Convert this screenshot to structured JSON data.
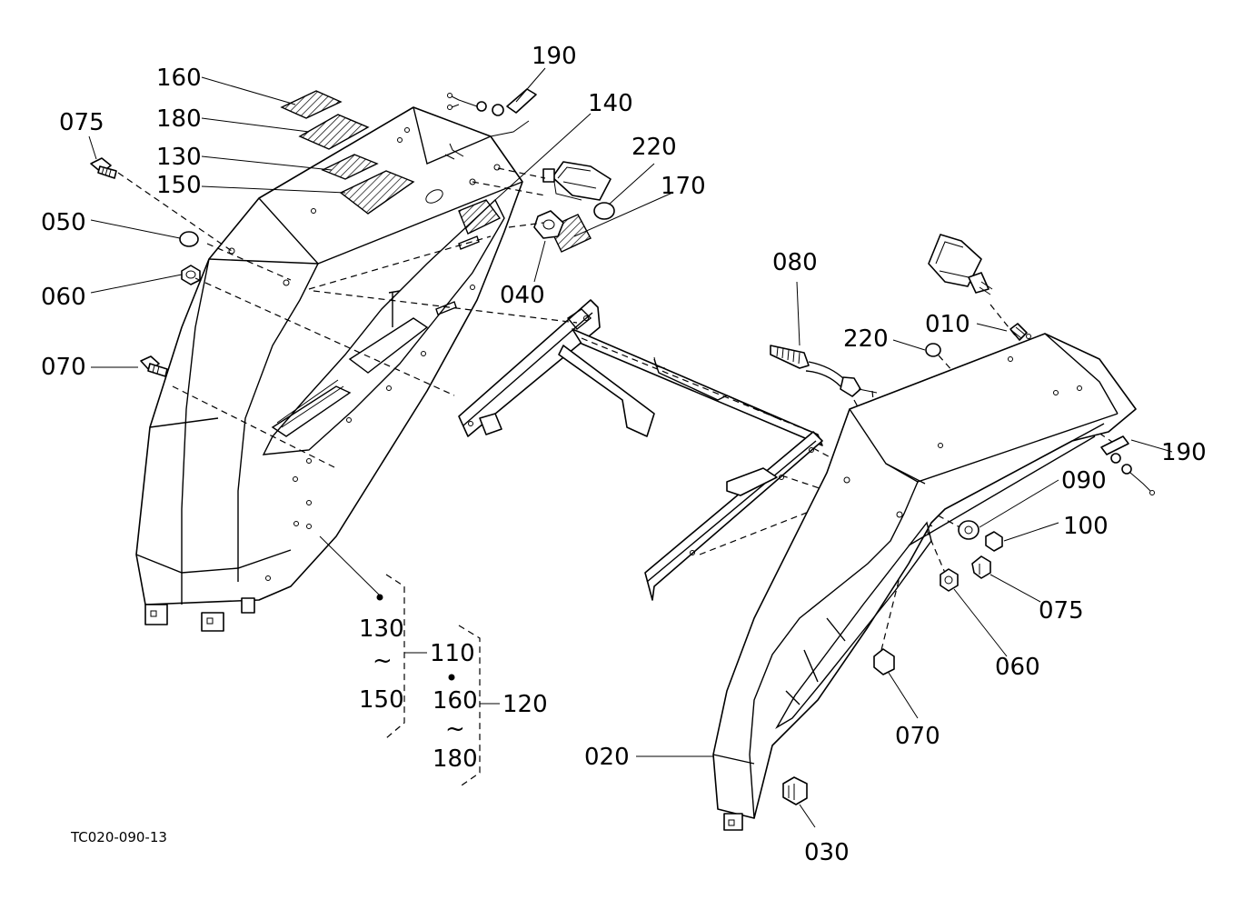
{
  "labels": {
    "l160a": "160",
    "l180a": "180",
    "l130a": "130",
    "l150a": "150",
    "l190a": "190",
    "l140": "140",
    "l220a": "220",
    "l170": "170",
    "l075a": "075",
    "l050": "050",
    "l060a": "060",
    "l070a": "070",
    "l040": "040",
    "l080": "080",
    "l220b": "220",
    "l010": "010",
    "l190b": "190",
    "l090": "090",
    "l100": "100",
    "l075b": "075",
    "l060b": "060",
    "l070b": "070",
    "l020": "020",
    "l030": "030",
    "g130": "130",
    "gtilde1": "~",
    "g150": "150",
    "g110": "110",
    "g160": "160",
    "gtilde2": "~",
    "g180": "180",
    "g120": "120"
  },
  "drawing_code": "TC020-090-13"
}
